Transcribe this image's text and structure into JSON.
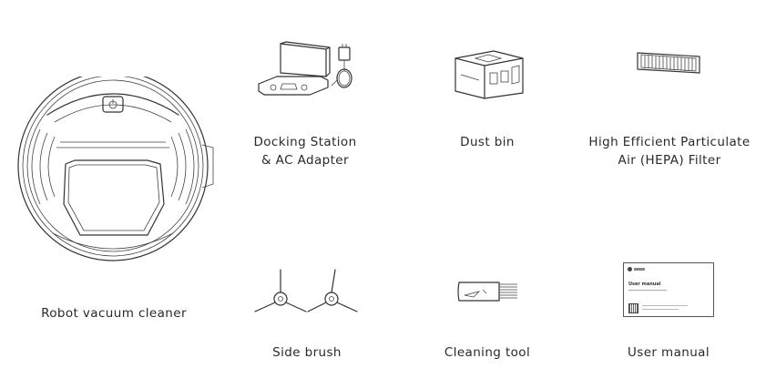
{
  "items": {
    "robot": {
      "label": "Robot vacuum cleaner"
    },
    "dock": {
      "line1": "Docking Station",
      "line2": "& AC Adapter"
    },
    "dustbin": {
      "label": "Dust bin"
    },
    "hepa": {
      "line1": "High Efficient Particulate",
      "line2": "Air (HEPA) Filter"
    },
    "brush": {
      "label": "Side brush"
    },
    "tool": {
      "label": "Cleaning tool"
    },
    "manual": {
      "label": "User manual",
      "cover_title": "User manual"
    }
  }
}
